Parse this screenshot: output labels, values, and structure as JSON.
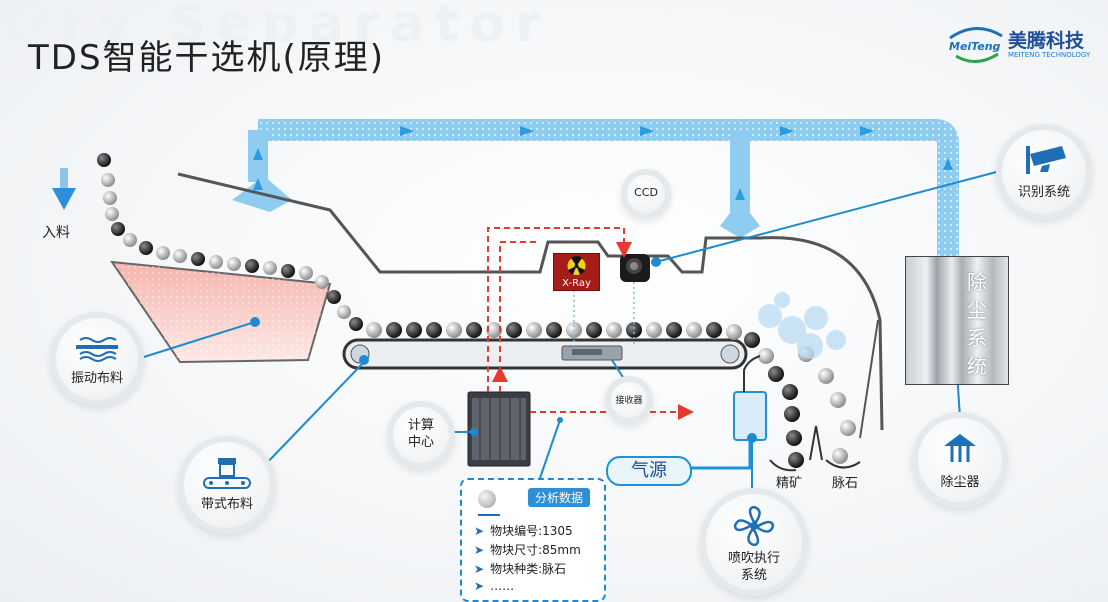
{
  "page": {
    "watermark": "Dry Separator",
    "title": "TDS智能干选机(原理)"
  },
  "logo": {
    "mark_text": "MeiTeng",
    "name_cn": "美腾科技",
    "name_en": "MEITENG TECHNOLOGY"
  },
  "labels": {
    "feed": "入料",
    "ccd": "CCD",
    "xray": "X-Ray",
    "receiver": "接收器",
    "computing_center_line1": "计算",
    "computing_center_line2": "中心",
    "air_source": "气源",
    "concentrate": "精矿",
    "gangue": "脉石",
    "dust_system": "除尘系统"
  },
  "modules": {
    "vibration_feeding": "振动布料",
    "belt_feeding": "带式布料",
    "recognition_system": "识别系统",
    "dust_collector": "除尘器",
    "blowing_system_line1": "喷吹执行",
    "blowing_system_line2": "系统"
  },
  "analysis": {
    "tag": "分析数据",
    "rows": [
      "物块编号:1305",
      "物块尺寸:85mm",
      "物块种类:脉石",
      "……"
    ]
  },
  "colors": {
    "airflow": "#8fcdf0",
    "airflow_arrow": "#2d9be0",
    "signal_line": "#e53a2f",
    "connector": "#1d8bd0",
    "icon_blue": "#1f6fb8",
    "xray_bg": "#a51d16"
  },
  "icons": {
    "feed": "down-arrow-icon",
    "vibration_feeding": "vibration-waves-icon",
    "belt_feeding": "conveyor-belt-icon",
    "recognition_system": "security-camera-icon",
    "dust_collector": "dust-hood-icon",
    "blowing_system": "fan-icon",
    "xray": "radiation-icon"
  }
}
